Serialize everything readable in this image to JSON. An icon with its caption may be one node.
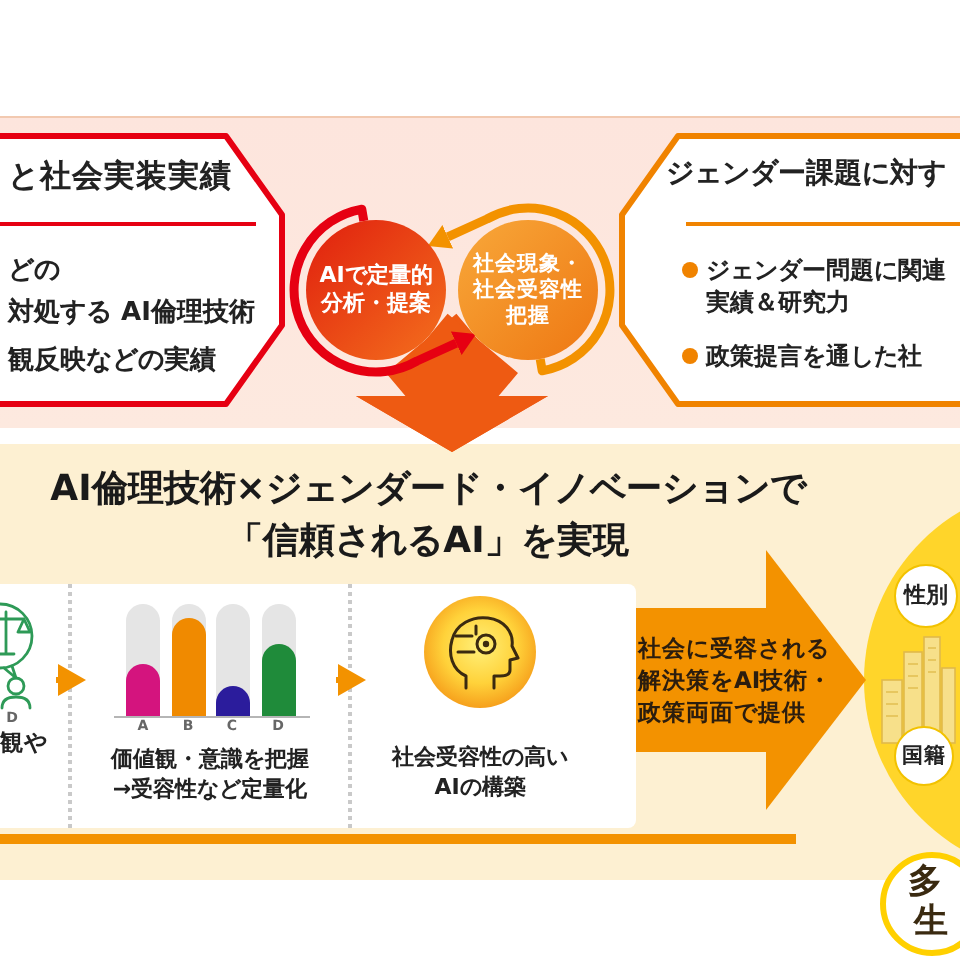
{
  "diagram": {
    "nodes": [
      {
        "text": [
          "と社会実装実績",
          "どの",
          "対処する AI倫理技術",
          "観反映などの実績"
        ]
      },
      {
        "text": [
          "AIで定量的分析・提案"
        ]
      },
      {
        "text": [
          "社会現象・社会受容性把握"
        ]
      },
      {
        "text": [
          "ジェンダー課題に対す",
          "ジェンダー問題に関連実績＆研究力",
          "政策提言を通した社"
        ]
      },
      {
        "text": [
          "AI倫理技術×ジェンダード・イノベーションで「信頼されるAI」を実現"
        ]
      },
      {
        "text": [
          "観や"
        ],
        "in": 4
      },
      {
        "text": [
          "価値観・意識を把握→受容性など定量化"
        ],
        "in": 4
      },
      {
        "text": [
          "社会受容性の高いAIの構築"
        ],
        "in": 4
      },
      {
        "text": [],
        "shape": "circle"
      },
      {
        "text": [
          "性別"
        ],
        "in": 8
      },
      {
        "text": [
          "国籍"
        ],
        "in": 8
      },
      {
        "text": [
          "多",
          "生"
        ]
      }
    ],
    "edges": [
      {
        "from": 1,
        "to": 2,
        "arrow": "to",
        "color": "#e60012"
      },
      {
        "from": 2,
        "to": 1,
        "arrow": "to"
      },
      {
        "from": 1,
        "to": 4,
        "arrow": "to",
        "style": "thick",
        "color": "#ee5a12"
      },
      {
        "from": 2,
        "to": 4,
        "arrow": "to",
        "style": "thick",
        "color": "#ee5a12"
      },
      {
        "from": 5,
        "to": 6,
        "arrow": "to"
      },
      {
        "from": 6,
        "to": 7,
        "arrow": "to"
      },
      {
        "from": 7,
        "to": 8,
        "arrow": "to",
        "style": "thick",
        "label": "社会に受容される解決策をAI技術・政策両面で提供"
      }
    ],
    "labels": [
      "D",
      "A",
      "B",
      "C",
      "D"
    ]
  }
}
